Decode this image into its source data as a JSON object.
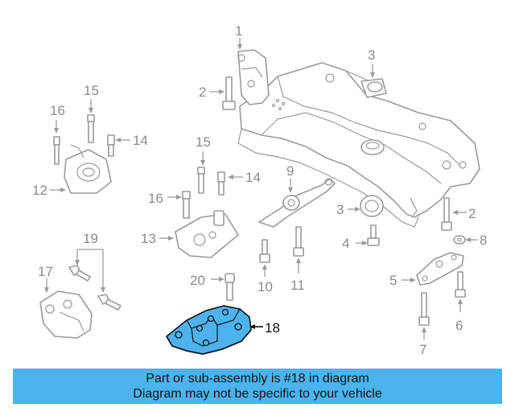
{
  "diagram": {
    "callouts": [
      "1",
      "2",
      "3",
      "16",
      "15",
      "14",
      "12",
      "15",
      "14",
      "16",
      "13",
      "9",
      "3",
      "2",
      "8",
      "4",
      "19",
      "17",
      "20",
      "10",
      "11",
      "5",
      "6",
      "7",
      "18"
    ],
    "highlight_color": "#4db3ee"
  },
  "banner": {
    "line1": "Part or sub-assembly is #18 in diagram",
    "line2": "Diagram may not be specific to your vehicle",
    "background": "#4db3ee"
  }
}
